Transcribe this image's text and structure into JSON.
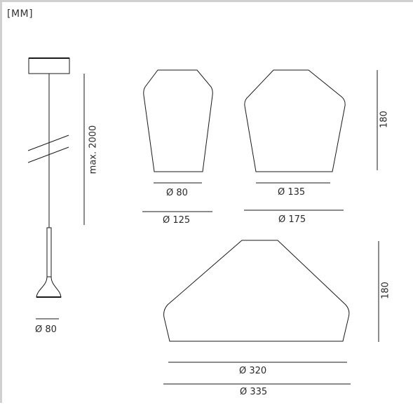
{
  "unit_label": "[MM]",
  "pendant": {
    "max_height_label": "max. 2000",
    "base_diameter_label": "Ø 80"
  },
  "shade_small": {
    "top_diameter_label": "Ø 80",
    "bottom_diameter_label": "Ø 125"
  },
  "shade_medium": {
    "top_diameter_label": "Ø 135",
    "bottom_diameter_label": "Ø 175",
    "height_label": "180"
  },
  "shade_large": {
    "top_diameter_label": "Ø 320",
    "bottom_diameter_label": "Ø 335",
    "height_label": "180"
  },
  "colors": {
    "stroke": "#1a1a1a",
    "frame": "#d0d0d0"
  }
}
